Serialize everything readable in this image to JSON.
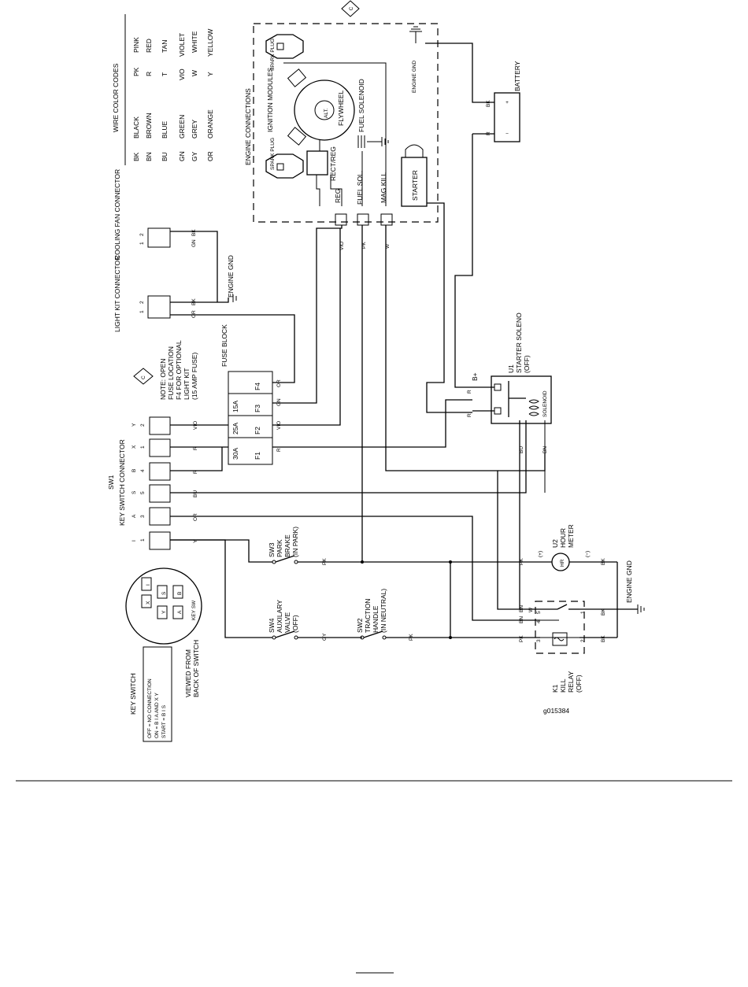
{
  "wire_color_codes": {
    "title": "WIRE COLOR CODES",
    "codes": [
      {
        "code": "BK",
        "name": "BLACK"
      },
      {
        "code": "BN",
        "name": "BROWN"
      },
      {
        "code": "BU",
        "name": "BLUE"
      },
      {
        "code": "GN",
        "name": "GREEN"
      },
      {
        "code": "GY",
        "name": "GREY"
      },
      {
        "code": "OR",
        "name": "ORANGE"
      },
      {
        "code": "PK",
        "name": "PINK"
      },
      {
        "code": "R",
        "name": "RED"
      },
      {
        "code": "T",
        "name": "TAN"
      },
      {
        "code": "VIO",
        "name": "VIOLET"
      },
      {
        "code": "W",
        "name": "WHITE"
      },
      {
        "code": "Y",
        "name": "YELLOW"
      }
    ]
  },
  "engine": {
    "connections_label": "ENGINE CONNECTIONS",
    "ignition_modules": "IGNITION MODULES",
    "spark_plug": "SPARK PLUG",
    "alt": "ALT.",
    "flywheel": "FLYWHEEL",
    "fuel_solenoid": "FUEL SOLENOID",
    "rect_reg": "RECT/REG",
    "starter": "STARTER",
    "engine_gnd": "ENGINE GND",
    "reg": "REG",
    "fuel_sol": "FUEL SOL.",
    "mag_kill": "MAG KILL",
    "diamond": "C"
  },
  "battery": {
    "label": "BATTERY",
    "bk": "BK",
    "r": "R",
    "plus": "+",
    "minus": "−"
  },
  "cooling_fan": {
    "label": "COOLING FAN CONNECTOR",
    "pin2": "2",
    "pin1": "1",
    "w2": "BK",
    "w1": "GN"
  },
  "light_kit": {
    "label": "LIGHT KIT CONNECTOR",
    "pin2": "2",
    "pin1": "1",
    "w2": "BK",
    "w1": "OR"
  },
  "engine_gnd_label": "ENGINE GND",
  "fuse_block": {
    "label": "FUSE BLOCK",
    "fuses": [
      {
        "id": "F4",
        "rating": ""
      },
      {
        "id": "F3",
        "rating": "15A"
      },
      {
        "id": "F2",
        "rating": "25A"
      },
      {
        "id": "F1",
        "rating": "30A"
      }
    ],
    "note_lines": [
      "NOTE: OPEN",
      "FUSE LOCATION",
      "F4 FOR OPTIONAL",
      "LIGHT KIT",
      "(15 AMP FUSE)"
    ],
    "note_diamond": "C"
  },
  "wire_labels": {
    "vio": "VIO",
    "pk": "PK",
    "w": "W",
    "or": "OR",
    "gn": "GN",
    "r": "R",
    "y": "Y",
    "bu": "BU",
    "bn": "BN",
    "bk": "BK",
    "gy": "GY"
  },
  "key_switch_connector": {
    "sw_id": "SW1",
    "label": "KEY SWITCH CONNECTOR",
    "pins": [
      {
        "name": "Y",
        "num": "2",
        "wire": "VIO"
      },
      {
        "name": "X",
        "num": "1",
        "wire": "R"
      },
      {
        "name": "B",
        "num": "4",
        "wire": "R"
      },
      {
        "name": "S",
        "num": "5",
        "wire": "BU"
      },
      {
        "name": "A",
        "num": "3",
        "wire": "OR"
      },
      {
        "name": "I",
        "num": "1",
        "wire": "Y"
      }
    ]
  },
  "starter_solenoid": {
    "id": "U1",
    "label": "STARTER SOLENO",
    "state": "(OFF)",
    "b_plus": "B+",
    "solenoid": "SOLENOID"
  },
  "sw3": {
    "id": "SW3",
    "lines": [
      "PARK",
      "BRAKE",
      "(IN PARK)"
    ]
  },
  "sw4": {
    "id": "SW4",
    "lines": [
      "AUXILARY",
      "VALVE",
      "(OFF)"
    ]
  },
  "sw2": {
    "id": "SW2",
    "lines": [
      "TRACTION",
      "HANDLE",
      "(IN NEUTRAL)"
    ]
  },
  "hour_meter": {
    "id": "U2",
    "lines": [
      "HOUR",
      "METER"
    ],
    "plus": "(+)",
    "minus": "(−)",
    "hr": "HR"
  },
  "kill_relay": {
    "id": "K1",
    "lines": [
      "KILL",
      "RELAY",
      "(OFF)"
    ],
    "pins": [
      "5",
      "1",
      "4",
      "3",
      "2"
    ]
  },
  "key_switch_face": {
    "keys": [
      "X",
      "I",
      "Y",
      "S",
      "A",
      "B"
    ],
    "center": "KEY SW"
  },
  "key_switch_table": {
    "title": "KEY SWITCH",
    "rows": [
      "OFF   = NO CONNECTION",
      "ON    = B I A AND X Y",
      "START = B I S"
    ],
    "viewed": [
      "VIEWED FROM",
      "BACK OF SWITCH"
    ]
  },
  "figure_id": "g015384"
}
